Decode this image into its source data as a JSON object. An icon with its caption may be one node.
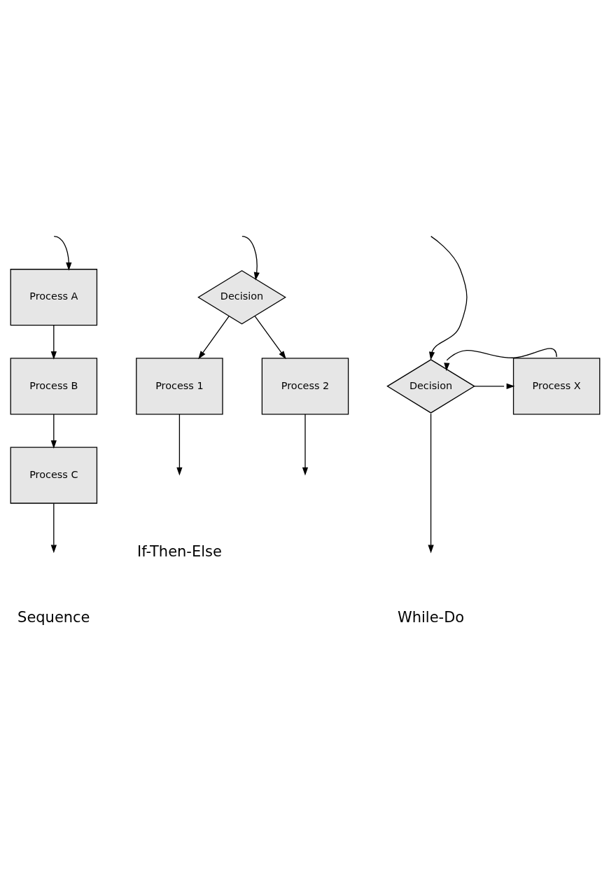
{
  "diagram": {
    "nodes": [
      {
        "text": [
          "Process A"
        ]
      },
      {
        "text": [
          "Process B"
        ]
      },
      {
        "text": [
          "Process C"
        ]
      },
      {
        "text": [
          "Decision"
        ]
      },
      {
        "text": [
          "Process 1"
        ]
      },
      {
        "text": [
          "Process 2"
        ]
      },
      {
        "text": [
          "Decision"
        ]
      },
      {
        "text": [
          "Process X"
        ]
      }
    ],
    "edges": [
      {
        "from": null,
        "to": 0,
        "arrow": "to"
      },
      {
        "from": 0,
        "to": 1,
        "arrow": "to"
      },
      {
        "from": 1,
        "to": 2,
        "arrow": "to"
      },
      {
        "from": 2,
        "to": null,
        "arrow": "to"
      },
      {
        "from": null,
        "to": 3,
        "arrow": "to"
      },
      {
        "from": 3,
        "to": 4,
        "arrow": "to"
      },
      {
        "from": 3,
        "to": 5,
        "arrow": "to"
      },
      {
        "from": 4,
        "to": null,
        "arrow": "to"
      },
      {
        "from": 5,
        "to": null,
        "arrow": "to"
      },
      {
        "from": null,
        "to": 6,
        "arrow": "to"
      },
      {
        "from": 6,
        "to": 7,
        "arrow": "to"
      },
      {
        "from": 7,
        "to": 6,
        "arrow": "to"
      },
      {
        "from": 6,
        "to": null,
        "arrow": "to"
      }
    ],
    "labels": [
      "Sequence",
      "If-Then-Else",
      "While-Do"
    ]
  }
}
